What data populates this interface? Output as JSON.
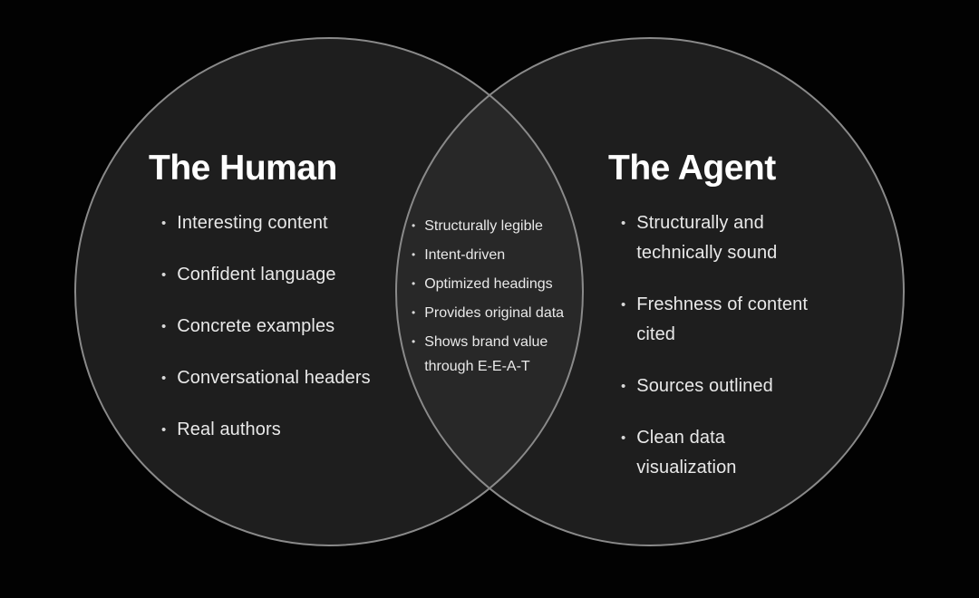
{
  "venn": {
    "left": {
      "title": "The Human",
      "items": [
        "Interesting content",
        "Confident language",
        "Concrete examples",
        "Conversational headers",
        "Real authors"
      ]
    },
    "overlap": {
      "items": [
        "Structurally legible",
        "Intent-driven",
        "Optimized headings",
        "Provides original data",
        "Shows brand value through E-E-A-T"
      ]
    },
    "right": {
      "title": "The Agent",
      "items": [
        "Structurally and technically sound",
        "Freshness of content cited",
        "Sources outlined",
        "Clean data visualization"
      ]
    },
    "colors": {
      "background": "#020202",
      "circle_fill": "#1e1e1e",
      "overlap_fill": "#282828",
      "circle_stroke": "#8a8a8a",
      "title_text": "#ffffff",
      "item_text": "#e9e9e9"
    }
  }
}
